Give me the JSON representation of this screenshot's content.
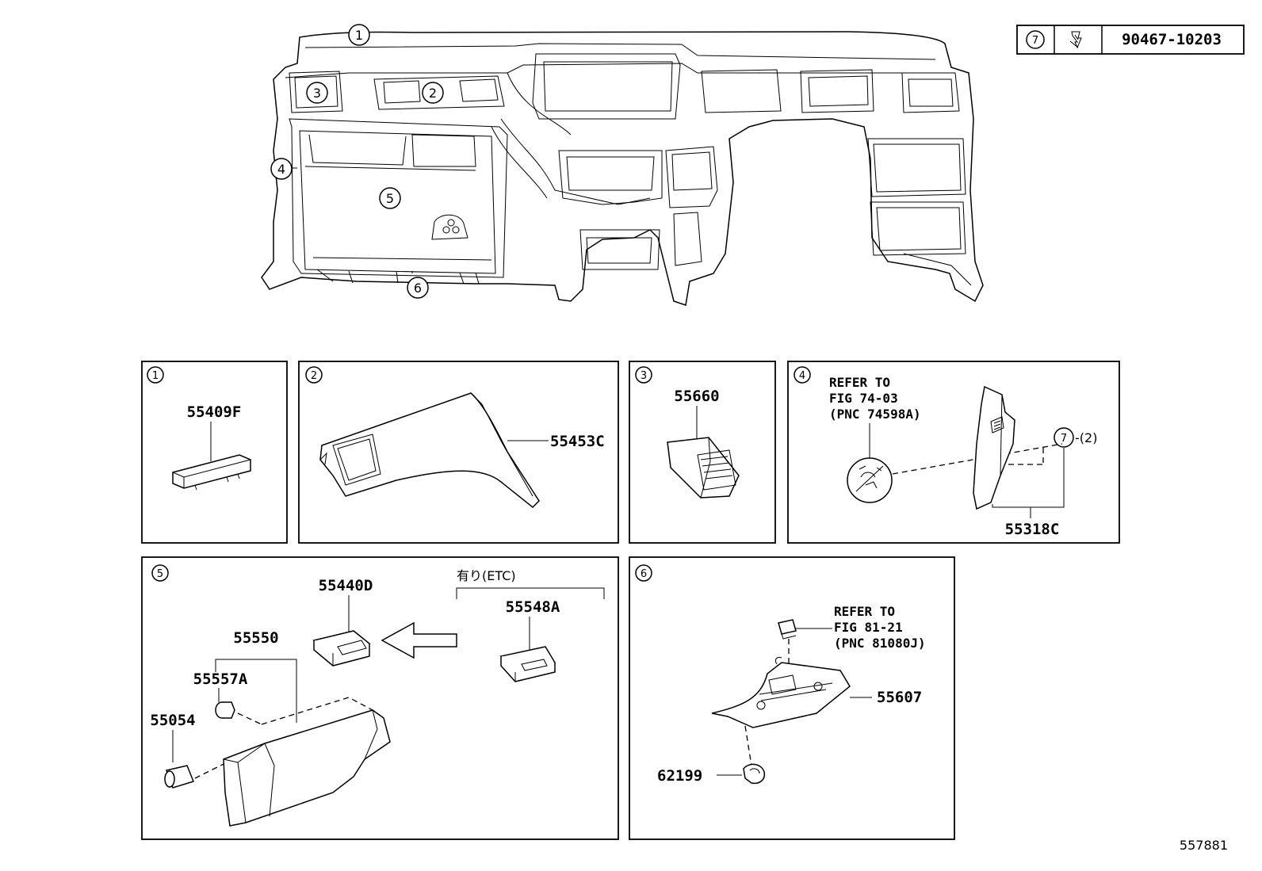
{
  "key_table": {
    "callout": "7",
    "part_number": "90467-10203",
    "icon": "clip-icon"
  },
  "overview": {
    "callouts": [
      "1",
      "2",
      "3",
      "4",
      "5",
      "6"
    ]
  },
  "panels": [
    {
      "id": "1",
      "parts": [
        "55409F"
      ]
    },
    {
      "id": "2",
      "parts": [
        "55453C"
      ]
    },
    {
      "id": "3",
      "parts": [
        "55660"
      ]
    },
    {
      "id": "4",
      "note": [
        "REFER TO",
        "FIG 74-03",
        "(PNC 74598A)"
      ],
      "parts": [
        "55318C"
      ],
      "callout": "7",
      "qty": "-(2)"
    },
    {
      "id": "5",
      "parts": [
        "55440D",
        "55548A",
        "55550",
        "55557A",
        "55054"
      ],
      "option": "有り(ETC)"
    },
    {
      "id": "6",
      "note": [
        "REFER TO",
        "FIG 81-21",
        "(PNC 81080J)"
      ],
      "parts": [
        "55607",
        "62199"
      ]
    }
  ],
  "figure_id": "557881"
}
